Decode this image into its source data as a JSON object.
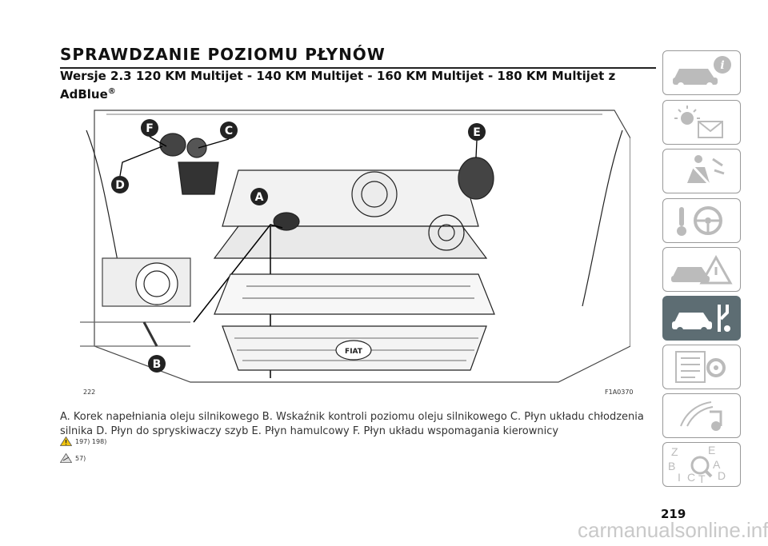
{
  "page": {
    "title": "SPRAWDZANIE POZIOMU PŁYNÓW",
    "subtitle": "Wersje 2.3 120 KM Multijet - 140 KM Multijet - 160 KM Multijet - 180 KM Multijet z AdBlue",
    "subtitle_mark": "®",
    "figure_ref": "222",
    "figure_code": "F1A0370",
    "caption": "A. Korek napełniania oleju silnikowego B. Wskaźnik kontroli poziomu oleju silnikowego C. Płyn układu chłodzenia silnika D. Płyn do spryskiwaczy szyb E. Płyn hamulcowy F. Płyn układu wspomagania kierownicy",
    "note_warning": "197) 198)",
    "note_attention": "57)",
    "page_number": "219",
    "watermark": "carmanualsonline.info"
  },
  "figure": {
    "labels": [
      "A",
      "B",
      "C",
      "D",
      "E",
      "F"
    ],
    "badge": "FIAT"
  },
  "sidebar": {
    "tabs": [
      {
        "icon": "car-info-icon",
        "active": false
      },
      {
        "icon": "warning-lights-icon",
        "active": false
      },
      {
        "icon": "airbag-seatbelt-icon",
        "active": false
      },
      {
        "icon": "steering-key-icon",
        "active": false
      },
      {
        "icon": "emergency-car-icon",
        "active": false
      },
      {
        "icon": "maintenance-car-icon",
        "active": true
      },
      {
        "icon": "technical-data-icon",
        "active": false
      },
      {
        "icon": "multimedia-icon",
        "active": false
      },
      {
        "icon": "index-icon",
        "active": false
      }
    ],
    "index_letters": [
      "Z",
      "E",
      "B",
      "A",
      "I",
      "C",
      "T",
      "D"
    ],
    "colors": {
      "active": "#5d6d73",
      "border": "#999999",
      "icon": "#bbbbbb"
    }
  }
}
